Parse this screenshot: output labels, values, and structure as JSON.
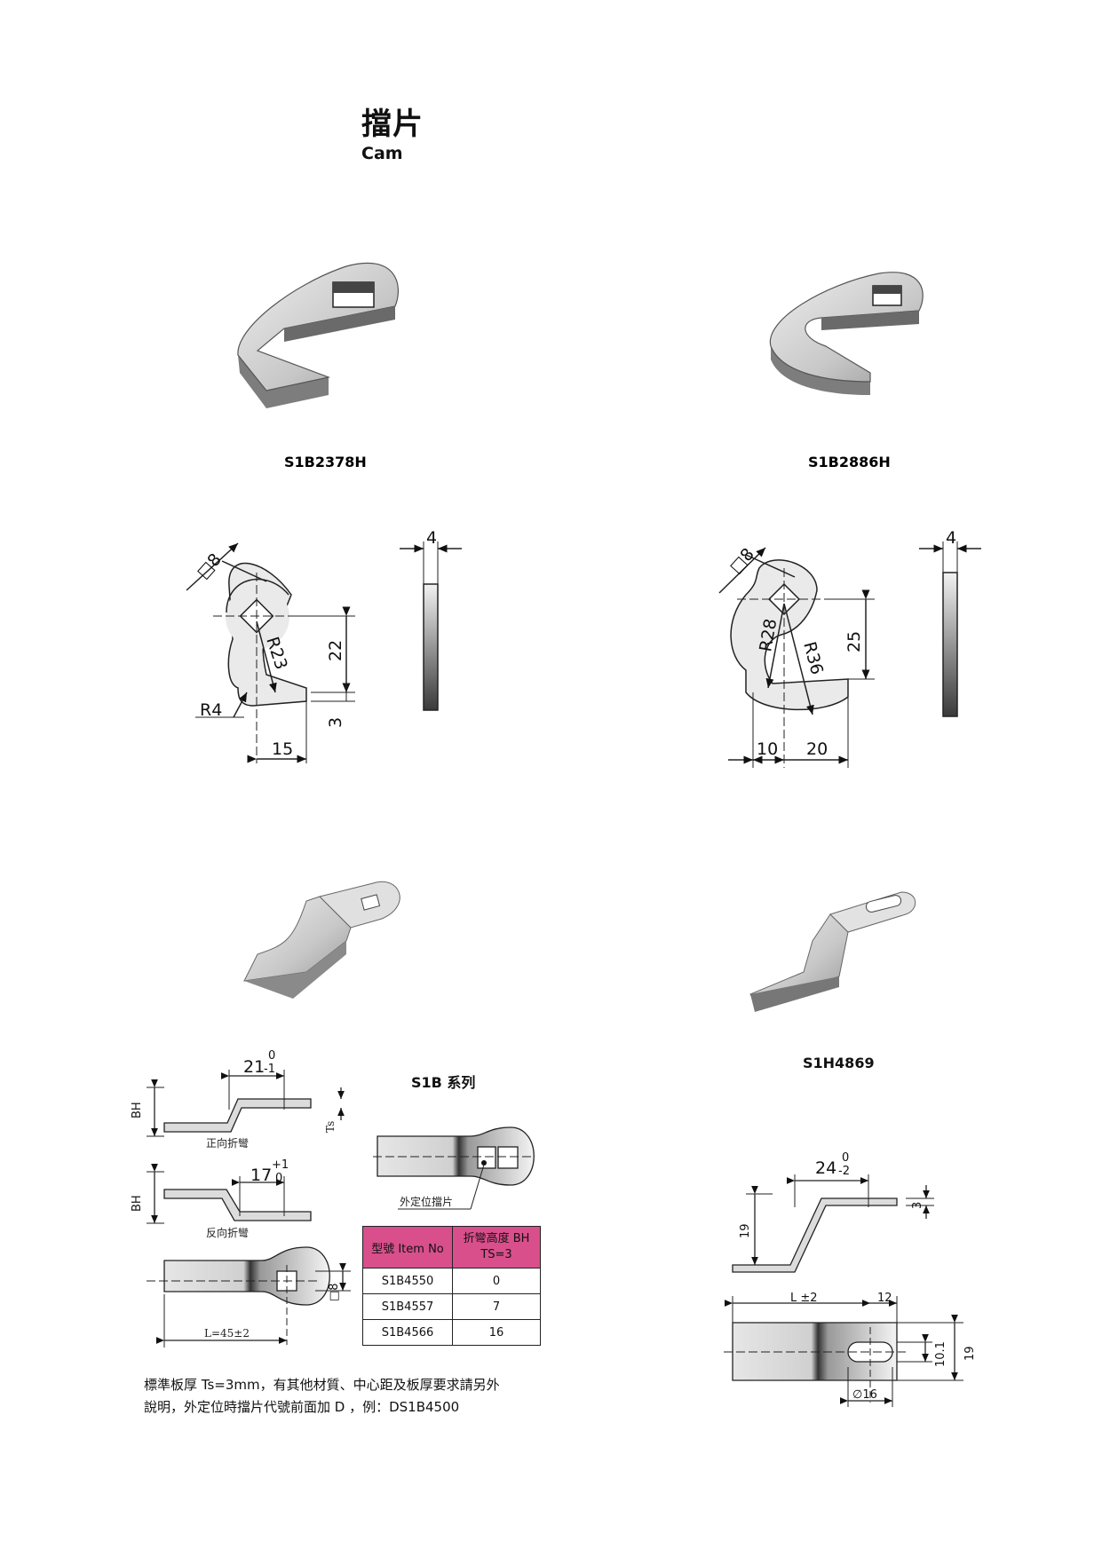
{
  "header": {
    "title_zh": "擋片",
    "title_en": "Cam"
  },
  "top_parts": {
    "left_label": "S1B2378H",
    "right_label": "S1B2886H"
  },
  "drawing_left": {
    "square": "□8",
    "radius_big": "R23",
    "radius_small": "R4",
    "dim_height": "22",
    "dim_thick": "3",
    "dim_width": "15",
    "dim_plate": "4"
  },
  "drawing_right": {
    "square": "□8",
    "radius_a": "R28",
    "radius_b": "R36",
    "dim_height": "25",
    "dim_left": "10",
    "dim_right": "20",
    "dim_plate": "4"
  },
  "s1b_series": {
    "title": "S1B 系列",
    "dim_21": "21",
    "tol_21_top": "0",
    "tol_21_bot": "-1",
    "dim_17": "17",
    "tol_17_top": "+1",
    "tol_17_bot": "0",
    "bh": "BH",
    "ts": "Ts",
    "forward_bend": "正向折彎",
    "reverse_bend": "反向折彎",
    "outer_cam": "外定位擋片",
    "square": "□8",
    "length": "L=45±2"
  },
  "table": {
    "headers": [
      "型號 Item No",
      "折彎高度 BH\nTS=3"
    ],
    "rows": [
      [
        "S1B4550",
        "0"
      ],
      [
        "S1B4557",
        "7"
      ],
      [
        "S1B4566",
        "16"
      ]
    ]
  },
  "note": {
    "line1": "標準板厚 Ts=3mm，有其他材質、中心距及板厚要求請另外",
    "line2": "說明，外定位時擋片代號前面加 D ，例：DS1B4500"
  },
  "s1h": {
    "label": "S1H4869",
    "dim_24": "24",
    "tol_24_top": "0",
    "tol_24_bot": "-2",
    "dim_19": "19",
    "dim_3": "3",
    "dim_L": "L ±2",
    "dim_12": "12",
    "dim_101": "10.1",
    "dim_19b": "19",
    "dim_16": "∅16"
  }
}
